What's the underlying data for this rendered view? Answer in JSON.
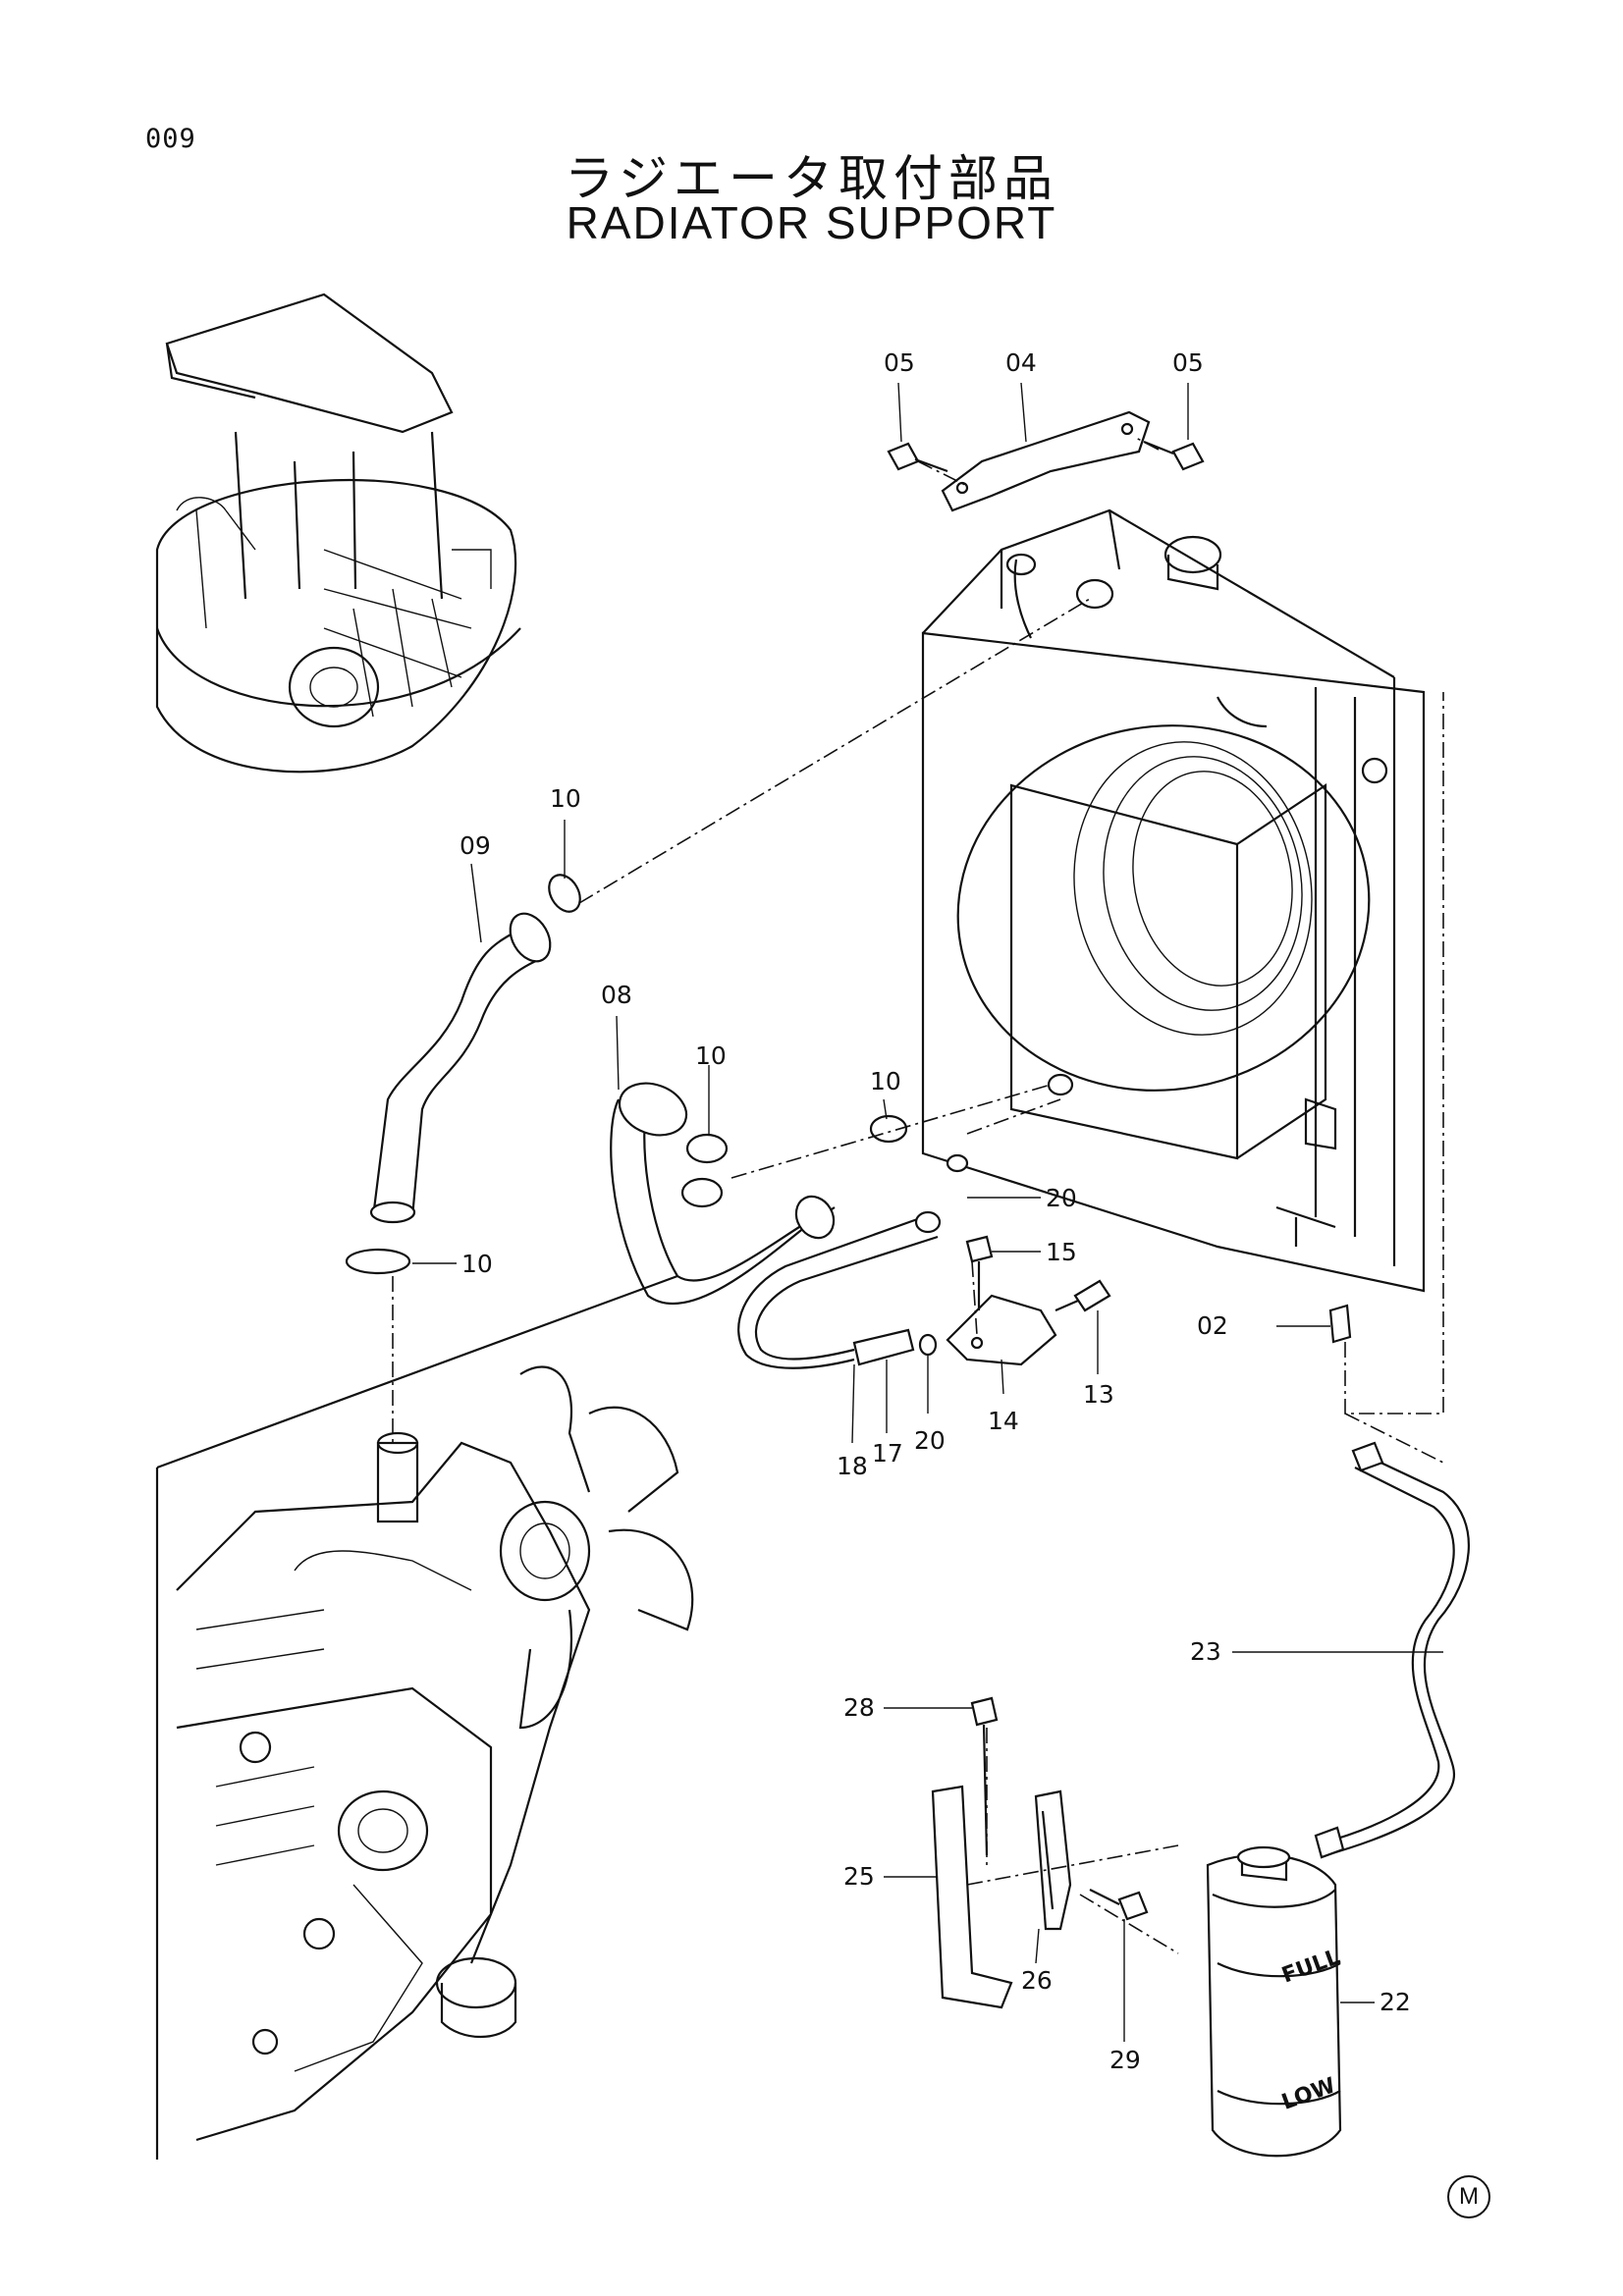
{
  "page": {
    "code": "009",
    "title_jp": "ラジエータ取付部品",
    "title_en": "RADIATOR SUPPORT",
    "mark": "M"
  },
  "callouts": {
    "c05a": "05",
    "c04": "04",
    "c05b": "05",
    "c10a": "10",
    "c09": "09",
    "c08": "08",
    "c10b": "10",
    "c10c": "10",
    "c20a": "20",
    "c10d": "10",
    "c15": "15",
    "c13": "13",
    "c14": "14",
    "c20b": "20",
    "c17": "17",
    "c18": "18",
    "c02": "02",
    "c23": "23",
    "c28": "28",
    "c25": "25",
    "c26": "26",
    "c29": "29",
    "c22": "22",
    "tank_full": "FULL",
    "tank_low": "LOW"
  }
}
